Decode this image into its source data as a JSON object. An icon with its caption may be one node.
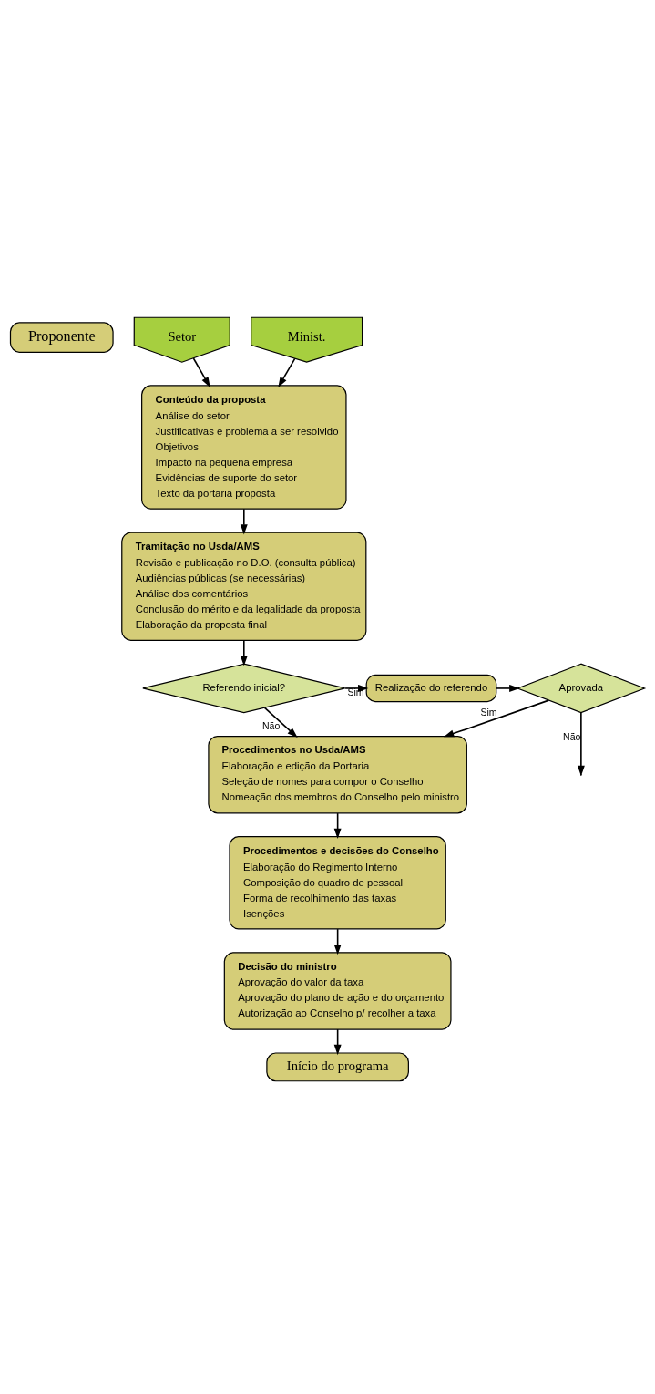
{
  "diagram": {
    "nodes": [
      {
        "text": [
          "Proponente"
        ]
      },
      {
        "text": [
          "Setor"
        ]
      },
      {
        "text": [
          "Minist."
        ]
      },
      {
        "text": [
          "Conteúdo da proposta",
          "Análise do setor",
          "Justificativas e problema a ser resolvido",
          "Objetivos",
          "Impacto na pequena empresa",
          "Evidências de suporte do setor",
          "Texto da portaria proposta"
        ]
      },
      {
        "text": [
          "Tramitação no Usda/AMS",
          "Revisão e publicação no D.O. (consulta pública)",
          "Audiências públicas (se necessárias)",
          "Análise dos comentários",
          "Conclusão do mérito e da legalidade da proposta",
          "Elaboração da proposta final"
        ]
      },
      {
        "text": [
          "Referendo inicial?"
        ]
      },
      {
        "text": [
          "Realização do referendo"
        ]
      },
      {
        "text": [
          "Aprovada"
        ]
      },
      {
        "text": [
          "Procedimentos no Usda/AMS",
          "Elaboração e edição da Portaria",
          "Seleção de nomes para compor o Conselho",
          "Nomeação dos membros do Conselho pelo ministro"
        ]
      },
      {
        "text": [
          "Procedimentos e decisões do Conselho",
          "Elaboração do Regimento Interno",
          "Composição do quadro de pessoal",
          "Forma de recolhimento das taxas",
          "Isenções"
        ]
      },
      {
        "text": [
          "Decisão do ministro",
          "Aprovação do valor da taxa",
          "Aprovação do plano de ação e do orçamento",
          "Autorização ao Conselho p/ recolher a taxa"
        ]
      },
      {
        "text": [
          "Início do programa"
        ]
      }
    ],
    "edges": [
      {
        "from": 1,
        "to": 3,
        "arrow": "to"
      },
      {
        "from": 2,
        "to": 3,
        "arrow": "to"
      },
      {
        "from": 3,
        "to": 4,
        "arrow": "to"
      },
      {
        "from": 4,
        "to": 5,
        "arrow": "to"
      },
      {
        "from": 5,
        "to": 6,
        "arrow": "to",
        "label": "Sim"
      },
      {
        "from": 6,
        "to": 7,
        "arrow": "to"
      },
      {
        "from": 7,
        "to": null,
        "arrow": "to",
        "label": "Não"
      },
      {
        "from": 7,
        "to": 8,
        "arrow": "to",
        "label": "Sim"
      },
      {
        "from": 5,
        "to": 8,
        "arrow": "to",
        "label": "Não"
      },
      {
        "from": 8,
        "to": 9,
        "arrow": "to"
      },
      {
        "from": 9,
        "to": 10,
        "arrow": "to"
      },
      {
        "from": 10,
        "to": 11,
        "arrow": "to"
      }
    ]
  }
}
